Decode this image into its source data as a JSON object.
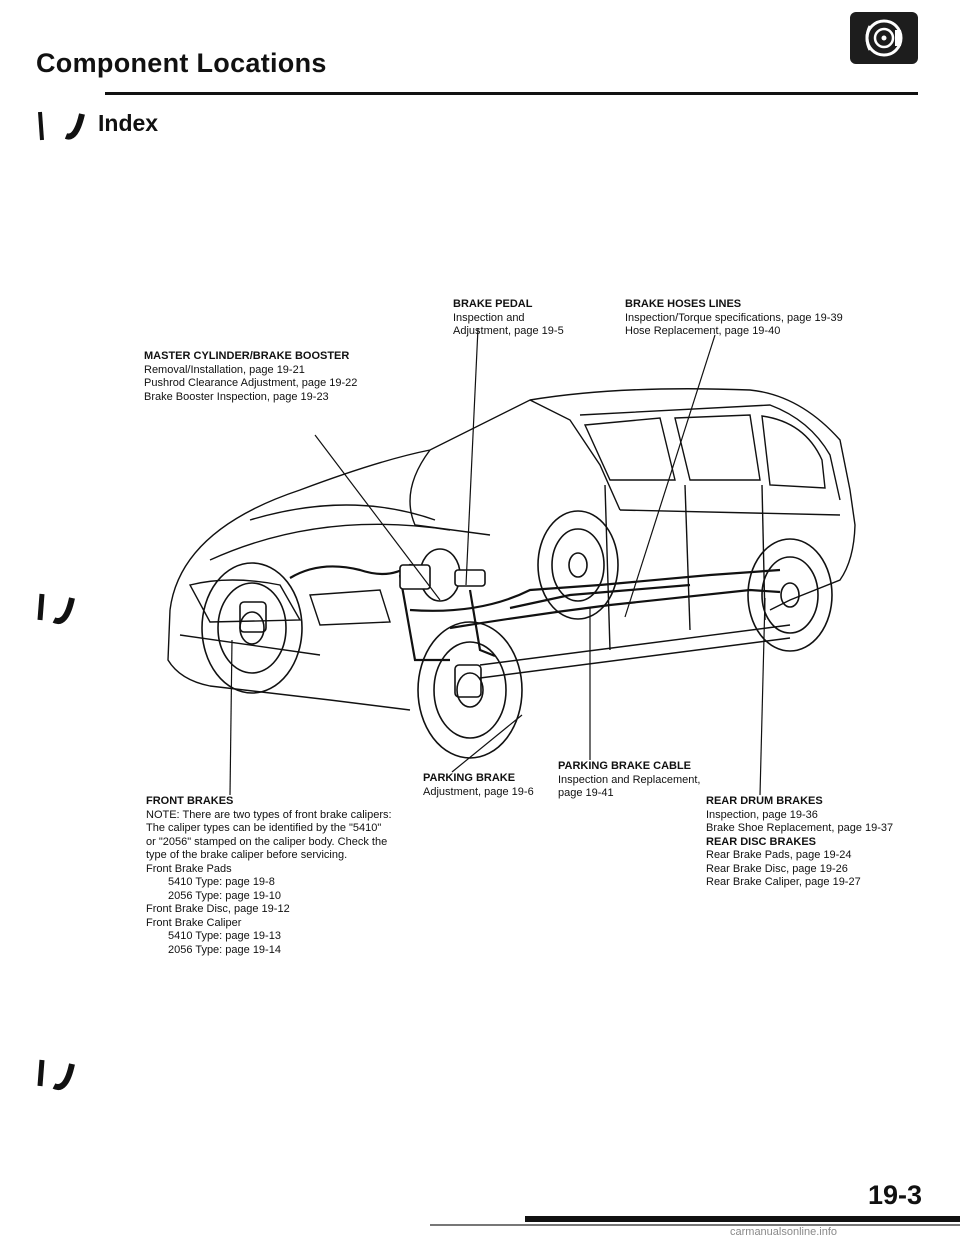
{
  "header": {
    "title": "Component Locations",
    "icon": "brake-disc-icon"
  },
  "section": {
    "title": "Index"
  },
  "callouts": {
    "brake_pedal": {
      "head": "BRAKE PEDAL",
      "lines": [
        "Inspection and",
        "Adjustment, page 19-5"
      ]
    },
    "brake_hoses": {
      "head": "BRAKE HOSES LINES",
      "lines": [
        "Inspection/Torque specifications, page 19-39",
        "Hose Replacement, page 19-40"
      ]
    },
    "master_cylinder": {
      "head": "MASTER CYLINDER/BRAKE BOOSTER",
      "lines": [
        "Removal/Installation, page 19-21",
        "Pushrod Clearance Adjustment, page 19-22",
        "Brake Booster Inspection, page 19-23"
      ]
    },
    "parking_cable": {
      "head": "PARKING BRAKE CABLE",
      "lines": [
        "Inspection and Replacement,",
        "page 19-41"
      ]
    },
    "parking_brake": {
      "head": "PARKING BRAKE",
      "lines": [
        "Adjustment, page 19-6"
      ]
    },
    "front_brakes": {
      "head": "FRONT BRAKES",
      "lines": [
        "NOTE:  There are two types of front brake calipers:",
        "The caliper types can be identified by the \"5410\"",
        "or \"2056\" stamped on the caliper body. Check the",
        "type of the brake caliper before servicing.",
        "Front Brake Pads"
      ],
      "pads_lines": [
        "5410 Type: page 19-8",
        "2056 Type: page 19-10"
      ],
      "disc_line": "Front Brake Disc, page 19-12",
      "caliper_head": "Front Brake Caliper",
      "caliper_lines": [
        "5410 Type: page 19-13",
        "2056 Type: page 19-14"
      ]
    },
    "rear_drum": {
      "head": "REAR DRUM BRAKES",
      "lines": [
        "Inspection, page 19-36",
        "Brake Shoe Replacement, page 19-37"
      ]
    },
    "rear_disc": {
      "head": "REAR DISC BRAKES",
      "lines": [
        "Rear Brake Pads, page 19-24",
        "Rear Brake Disc, page 19-26",
        "Rear Brake Caliper, page 19-27"
      ]
    }
  },
  "footer": {
    "page_number": "19-3",
    "watermark": "carmanualsonline.info"
  }
}
